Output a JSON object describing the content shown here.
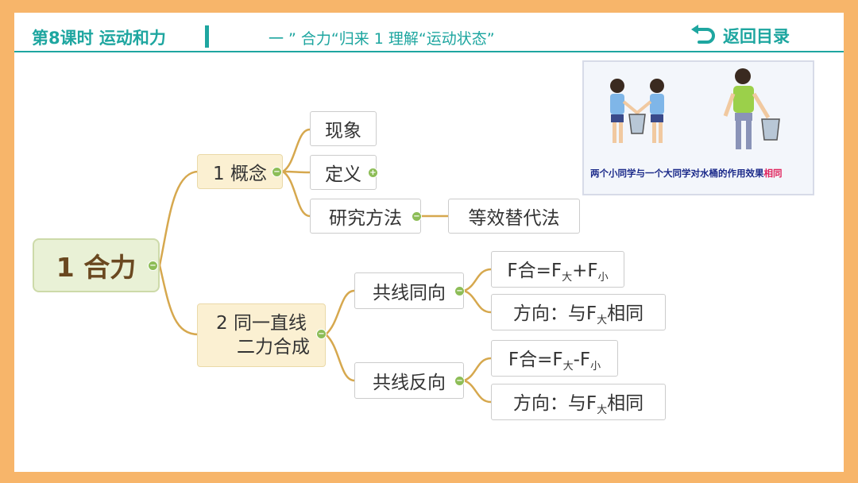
{
  "header": {
    "lesson_title": "第8课时 运动和力",
    "subtitle": "一 ” 合力“归来 1 理解“运动状态”",
    "back_label": "返回目录"
  },
  "illustration": {
    "caption_main": "两个小同学与一个大同学对水桶的作用效果",
    "caption_highlight": "相同"
  },
  "mindmap": {
    "root": "1 合力",
    "branch1": {
      "label": "1 概念",
      "children": [
        "现象",
        "定义",
        "研究方法"
      ],
      "method_child": "等效替代法"
    },
    "branch2": {
      "label_line1": "2 同一直线",
      "label_line2": "二力合成",
      "same_direction": {
        "label": "共线同向",
        "formula": {
          "lhs": "F合=F",
          "sub1": "大",
          "op": "+F",
          "sub2": "小"
        },
        "direction": {
          "pre": "方向：与F",
          "sub": "大",
          "post": "相同"
        }
      },
      "opposite_direction": {
        "label": "共线反向",
        "formula": {
          "lhs": "F合=F",
          "sub1": "大",
          "op": "-F",
          "sub2": "小"
        },
        "direction": {
          "pre": "方向：与F",
          "sub": "大",
          "post": "相同"
        }
      }
    }
  },
  "colors": {
    "frame": "#f7b56a",
    "accent": "#1ea6a0",
    "connector": "#d6a84e",
    "collapse_dot": "#8dbd57"
  }
}
